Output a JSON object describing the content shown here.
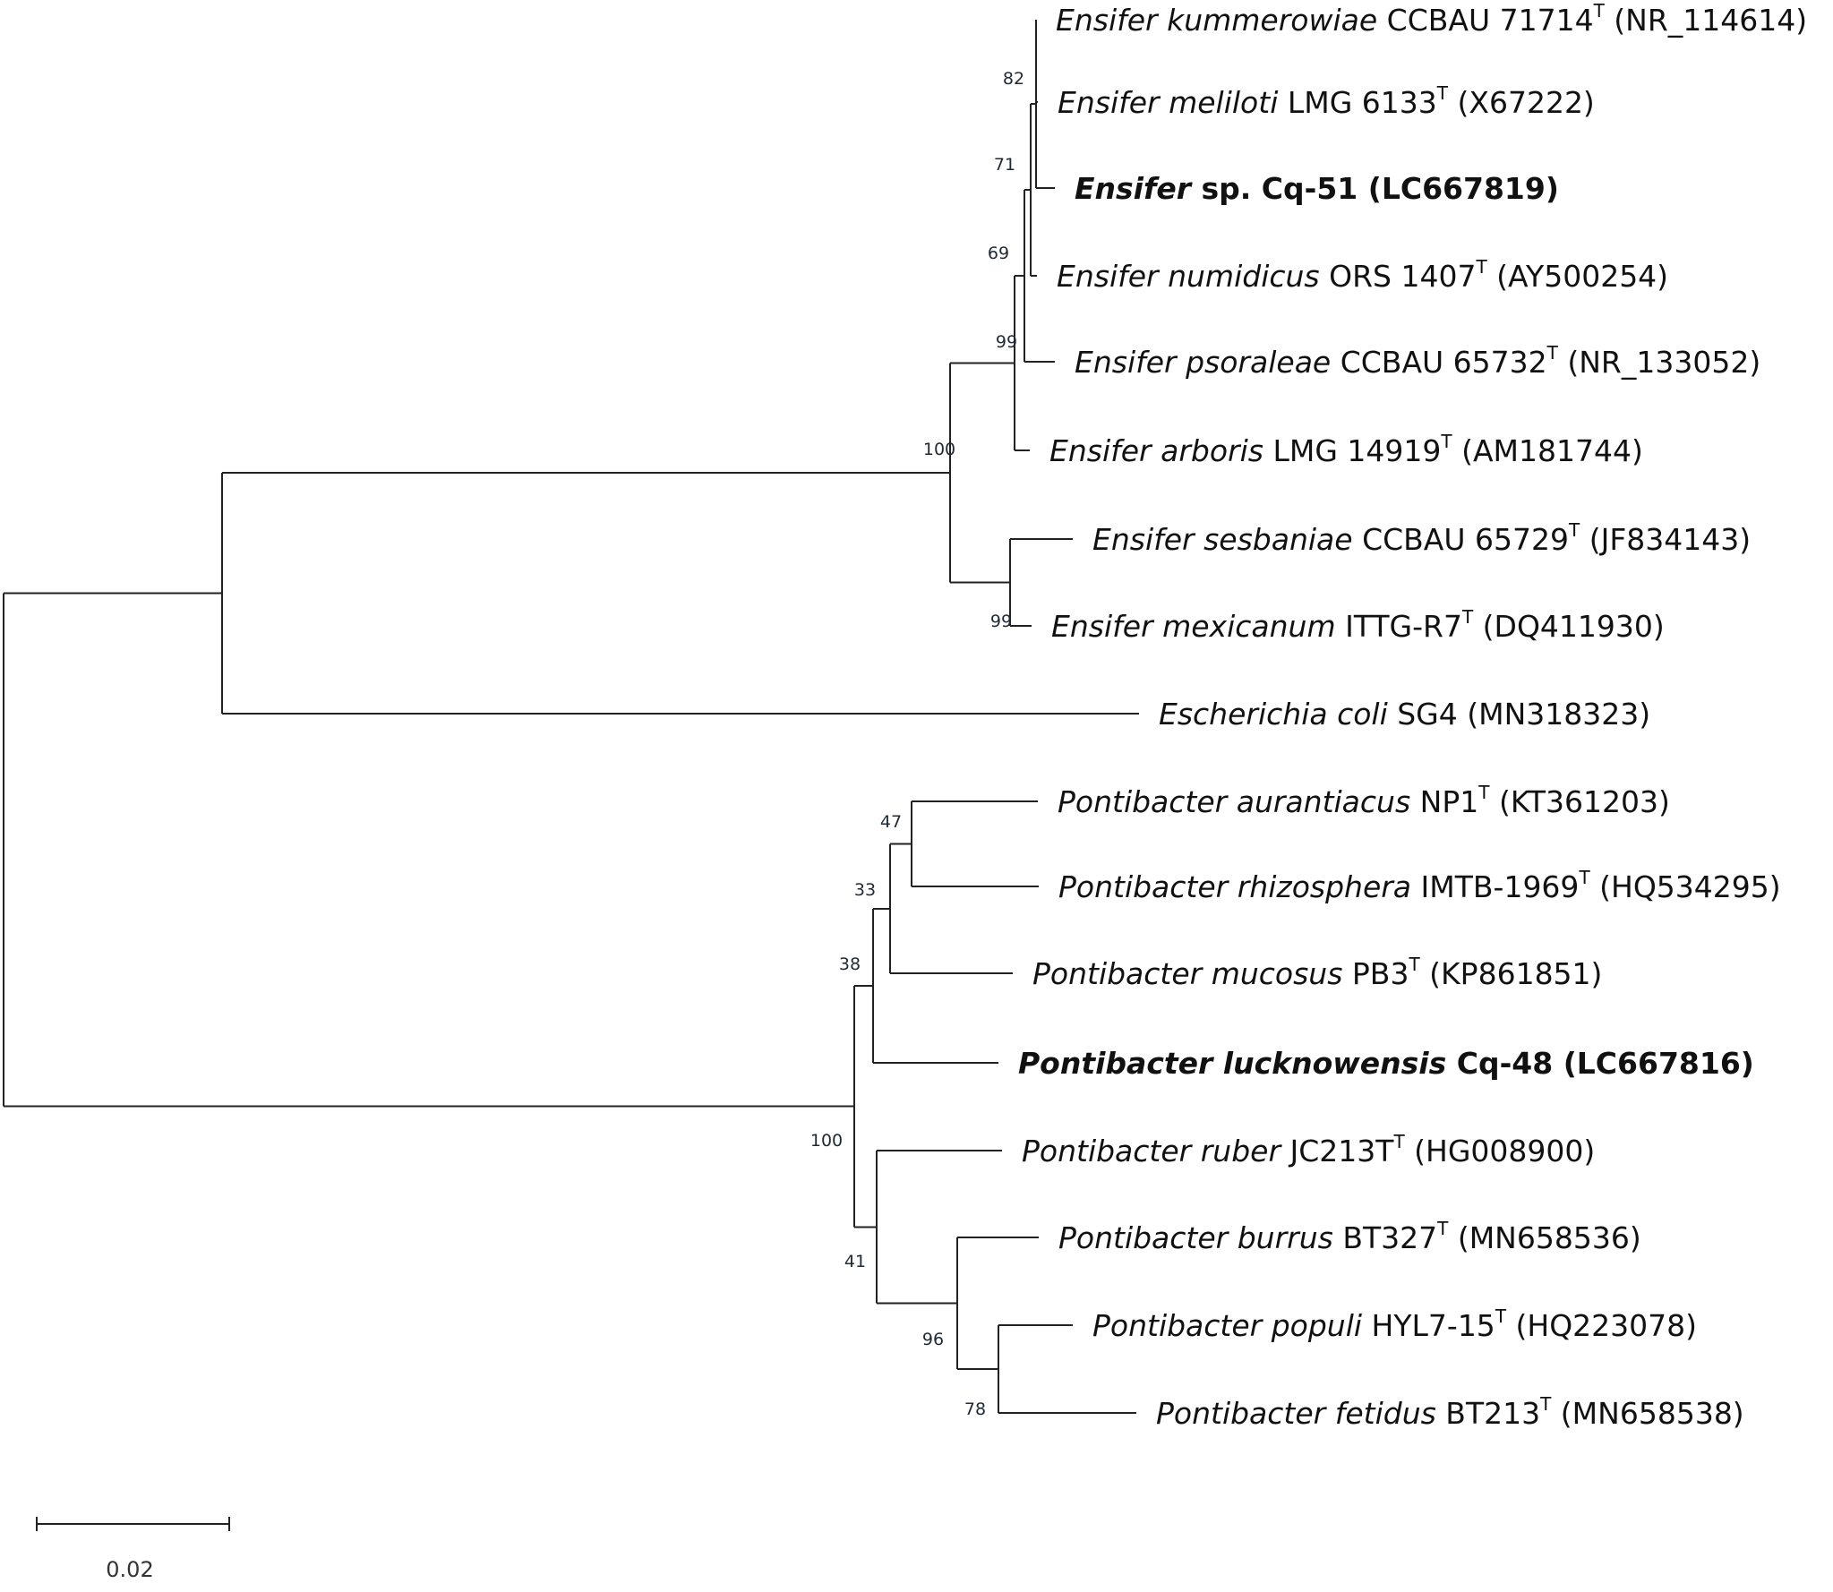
{
  "tree": {
    "taxa": [
      {
        "id": "kummerowiae",
        "genus": "Ensifer",
        "epithet": "kummerowiae",
        "strain": "CCBAU 71714",
        "type_strain": true,
        "accession": "(NR_114614)",
        "highlight": false
      },
      {
        "id": "meliloti",
        "genus": "Ensifer",
        "epithet": "meliloti",
        "strain": "LMG 6133",
        "type_strain": true,
        "accession": "(X67222)",
        "highlight": false
      },
      {
        "id": "cq51",
        "genus": "Ensifer",
        "epithet": "",
        "strain": "sp. Cq-51",
        "type_strain": false,
        "accession": "(LC667819)",
        "highlight": true
      },
      {
        "id": "numidicus",
        "genus": "Ensifer",
        "epithet": "numidicus",
        "strain": "ORS 1407",
        "type_strain": true,
        "accession": "(AY500254)",
        "highlight": false
      },
      {
        "id": "psoraleae",
        "genus": "Ensifer",
        "epithet": "psoraleae",
        "strain": "CCBAU 65732",
        "type_strain": true,
        "accession": "(NR_133052)",
        "highlight": false
      },
      {
        "id": "arboris",
        "genus": "Ensifer",
        "epithet": "arboris",
        "strain": "LMG 14919",
        "type_strain": true,
        "accession": "(AM181744)",
        "highlight": false
      },
      {
        "id": "sesbaniae",
        "genus": "Ensifer",
        "epithet": "sesbaniae",
        "strain": "CCBAU 65729",
        "type_strain": true,
        "accession": "(JF834143)",
        "highlight": false
      },
      {
        "id": "mexicanum",
        "genus": "Ensifer",
        "epithet": "mexicanum",
        "strain": "ITTG-R7",
        "type_strain": true,
        "accession": "(DQ411930)",
        "highlight": false
      },
      {
        "id": "ecoli",
        "genus": "Escherichia",
        "epithet": "coli",
        "strain": "SG4",
        "type_strain": false,
        "accession": "(MN318323)",
        "highlight": false
      },
      {
        "id": "aurantiacus",
        "genus": "Pontibacter",
        "epithet": "aurantiacus",
        "strain": "NP1",
        "type_strain": true,
        "accession": "(KT361203)",
        "highlight": false
      },
      {
        "id": "rhizosphera",
        "genus": "Pontibacter",
        "epithet": "rhizosphera",
        "strain": "IMTB-1969",
        "type_strain": true,
        "accession": "(HQ534295)",
        "highlight": false
      },
      {
        "id": "mucosus",
        "genus": "Pontibacter",
        "epithet": "mucosus",
        "strain": "PB3",
        "type_strain": true,
        "accession": "(KP861851)",
        "highlight": false
      },
      {
        "id": "cq48",
        "genus": "Pontibacter",
        "epithet": "lucknowensis",
        "strain": "Cq-48",
        "type_strain": false,
        "accession": "(LC667816)",
        "highlight": true
      },
      {
        "id": "ruber",
        "genus": "Pontibacter",
        "epithet": "ruber",
        "strain": "JC213T",
        "type_strain": true,
        "accession": "(HG008900)",
        "highlight": false
      },
      {
        "id": "burrus",
        "genus": "Pontibacter",
        "epithet": "burrus",
        "strain": "BT327",
        "type_strain": true,
        "accession": "(MN658536)",
        "highlight": false
      },
      {
        "id": "populi",
        "genus": "Pontibacter",
        "epithet": "populi",
        "strain": "HYL7-15",
        "type_strain": true,
        "accession": "(HQ223078)",
        "highlight": false
      },
      {
        "id": "fetidus",
        "genus": "Pontibacter",
        "epithet": "fetidus",
        "strain": "BT213",
        "type_strain": true,
        "accession": "(MN658538)",
        "highlight": false
      }
    ],
    "type_strain_marker": "T",
    "bootstrap_values": [
      "82",
      "71",
      "69",
      "99",
      "100",
      "99",
      "47",
      "33",
      "38",
      "100",
      "41",
      "96",
      "78"
    ],
    "scale_bar": {
      "label": "0.02",
      "length": 0.02
    }
  }
}
